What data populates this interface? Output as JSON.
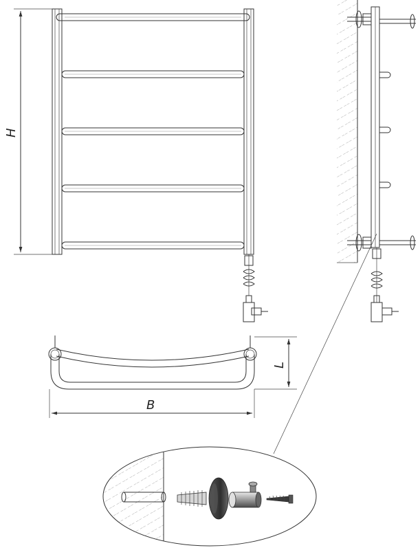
{
  "labels": {
    "height": "H",
    "width": "B",
    "depth": "L"
  },
  "colors": {
    "line": "#333333",
    "hatch": "#777777",
    "part_dark": "#3a3a3a",
    "part_mid": "#8a8a8a",
    "part_light": "#d0d0d0"
  },
  "components": {
    "rails": 5,
    "views": [
      "front-view",
      "side-view",
      "top-view",
      "detail-view"
    ],
    "detail_parts": [
      "wall-plug",
      "wall-rosette",
      "bracket-sleeve",
      "screw"
    ]
  }
}
